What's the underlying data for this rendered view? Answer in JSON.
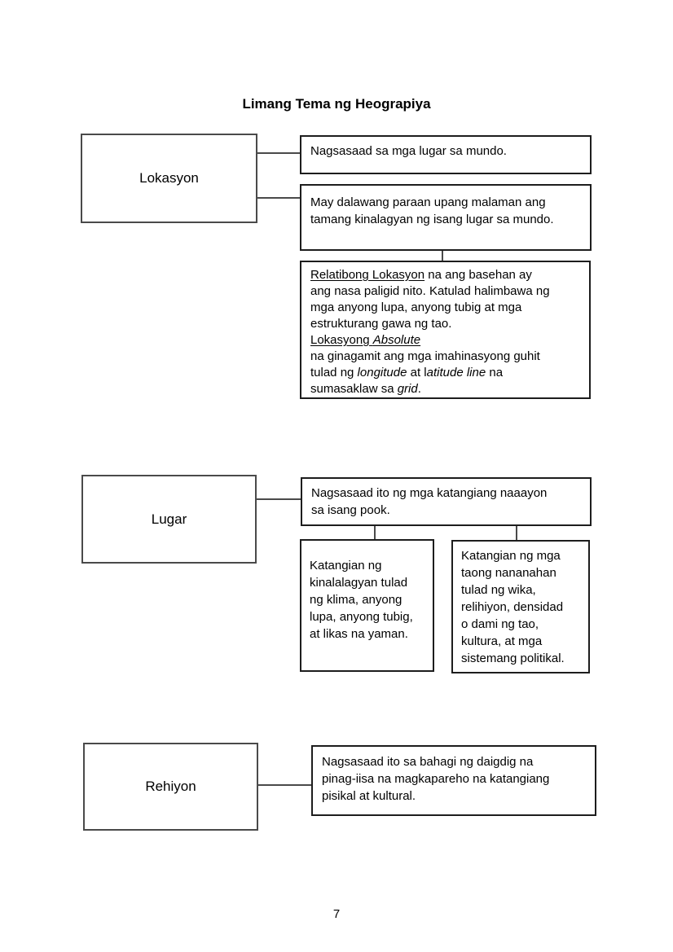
{
  "page": {
    "title": "Limang Tema ng Heograpiya",
    "page_number": "7"
  },
  "lokasyon": {
    "label": "Lokasyon",
    "box1": "Nagsasaad sa mga lugar sa mundo.",
    "box2": {
      "lines": [
        "May dalawang paraan upang malaman ang",
        "tamang kinalagyan ng isang lugar sa mundo."
      ]
    },
    "box3": {
      "l1_underline": "Relatibong Lokasyon",
      "l1_rest": " na ang basehan ay",
      "l2": "ang nasa paligid nito. Katulad halimbawa ng",
      "l3": "mga anyong lupa, anyong tubig at mga",
      "l4": "estrukturang gawa ng tao.",
      "l5_underline": "Lokasyong ",
      "l5_underline_italic": "Absolute",
      "l6": "na ginagamit ang mga imahinasyong guhit",
      "l7_a": "tulad ng ",
      "l7_italic1": "longitude",
      "l7_b": " at l",
      "l7_italic2": "atitude line",
      "l7_c": " na",
      "l8_a": "sumasaklaw sa ",
      "l8_italic": "grid",
      "l8_b": "."
    }
  },
  "lugar": {
    "label": "Lugar",
    "box1": {
      "lines": [
        "Nagsasaad ito ng mga katangiang naaayon",
        "sa isang pook."
      ]
    },
    "sub_left": {
      "lines": [
        "Katangian ng",
        "kinalalagyan tulad",
        "ng klima, anyong",
        "lupa, anyong tubig,",
        "at likas na yaman."
      ]
    },
    "sub_right": {
      "lines": [
        "Katangian ng mga",
        "taong nananahan",
        "tulad ng wika,",
        "relihiyon, densidad",
        "o dami ng tao,",
        "kultura, at mga",
        "sistemang politikal."
      ]
    }
  },
  "rehiyon": {
    "label": "Rehiyon",
    "box1": {
      "lines": [
        "Nagsasaad ito sa bahagi ng daigdig na",
        "pinag-iisa na magkapareho na katangiang",
        "pisikal at kultural."
      ]
    }
  }
}
